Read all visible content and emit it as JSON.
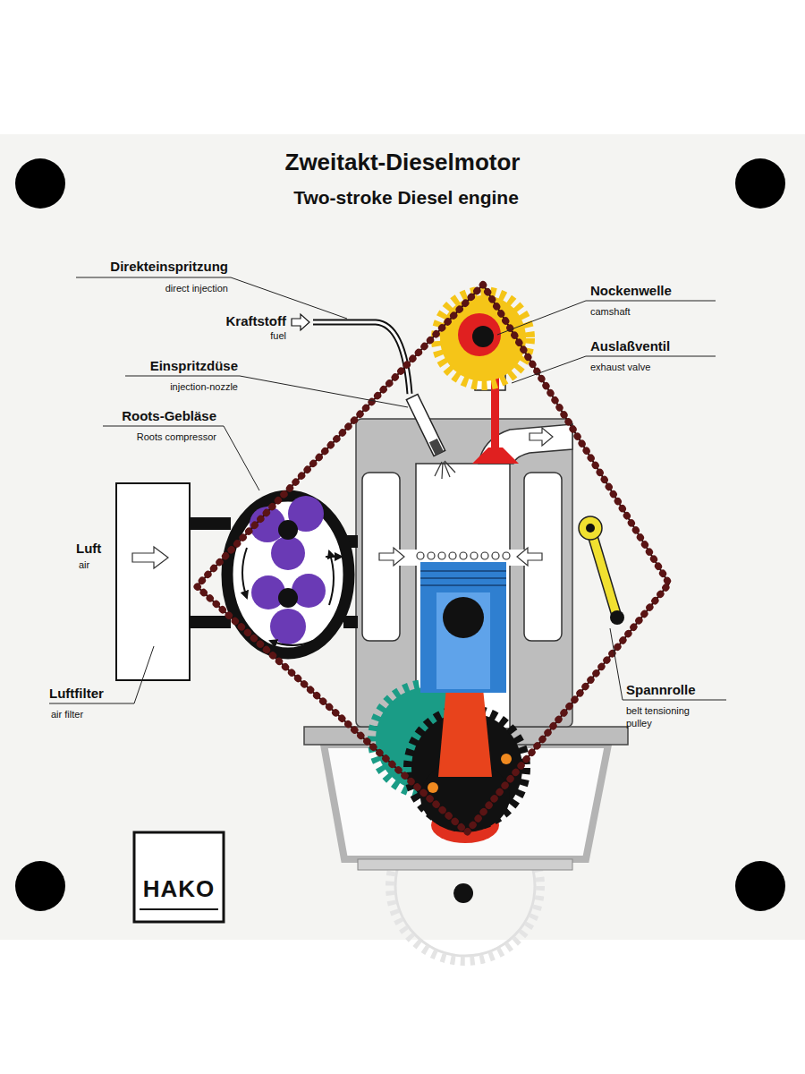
{
  "diagram": {
    "title": "Zweitakt-Dieselmotor",
    "labels": [
      "Two-stroke Diesel engine",
      "Direkteinspritzung",
      "direct injection",
      "Kraftstoff",
      "fuel",
      "Einspritzdüse",
      "injection-nozzle",
      "Roots-Gebläse",
      "Roots compressor",
      "Luft",
      "air",
      "Luftfilter",
      "air filter",
      "Nockenwelle",
      "camshaft",
      "Auslaßventil",
      "exhaust valve",
      "Spannrolle",
      "belt tensioning pulley",
      "HAKO"
    ]
  }
}
